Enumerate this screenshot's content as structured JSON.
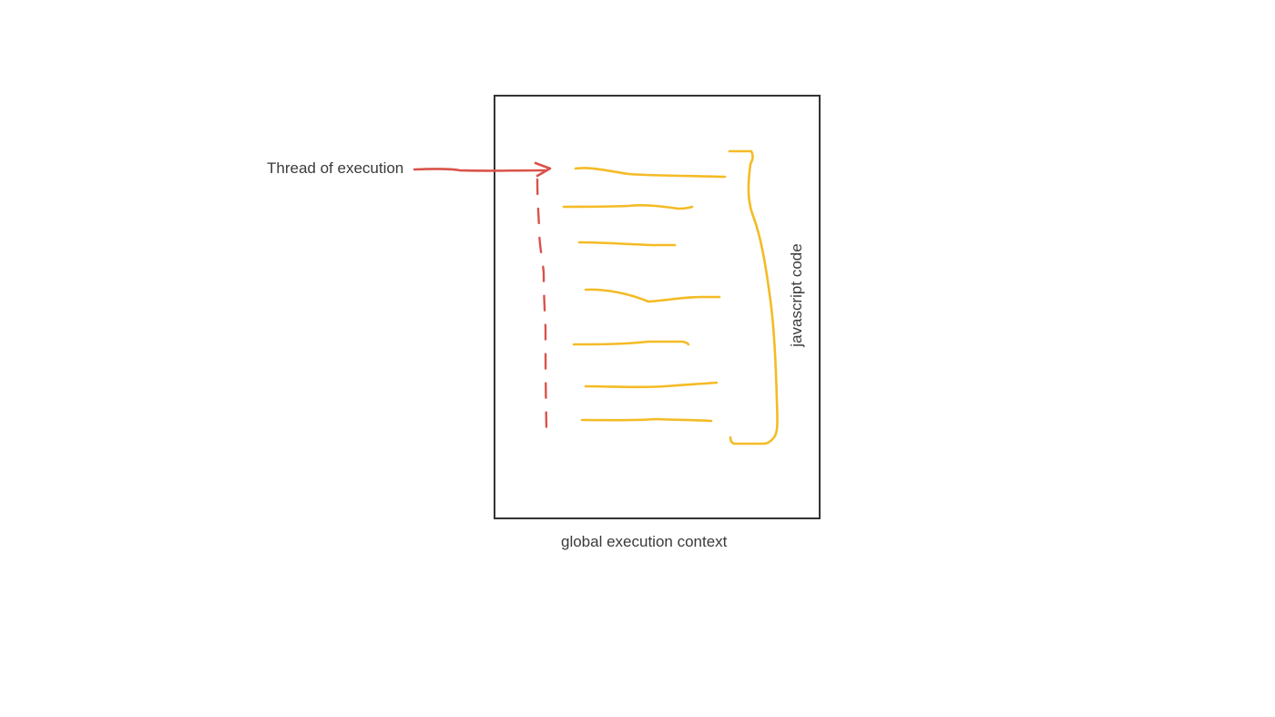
{
  "labels": {
    "thread_of_execution": "Thread of execution",
    "global_execution_context": "global execution context",
    "javascript_code": "javascript code"
  },
  "colors": {
    "frame": "#333333",
    "thread": "#d9534a",
    "code": "#f4bb25",
    "text": "#3a3a3a"
  }
}
